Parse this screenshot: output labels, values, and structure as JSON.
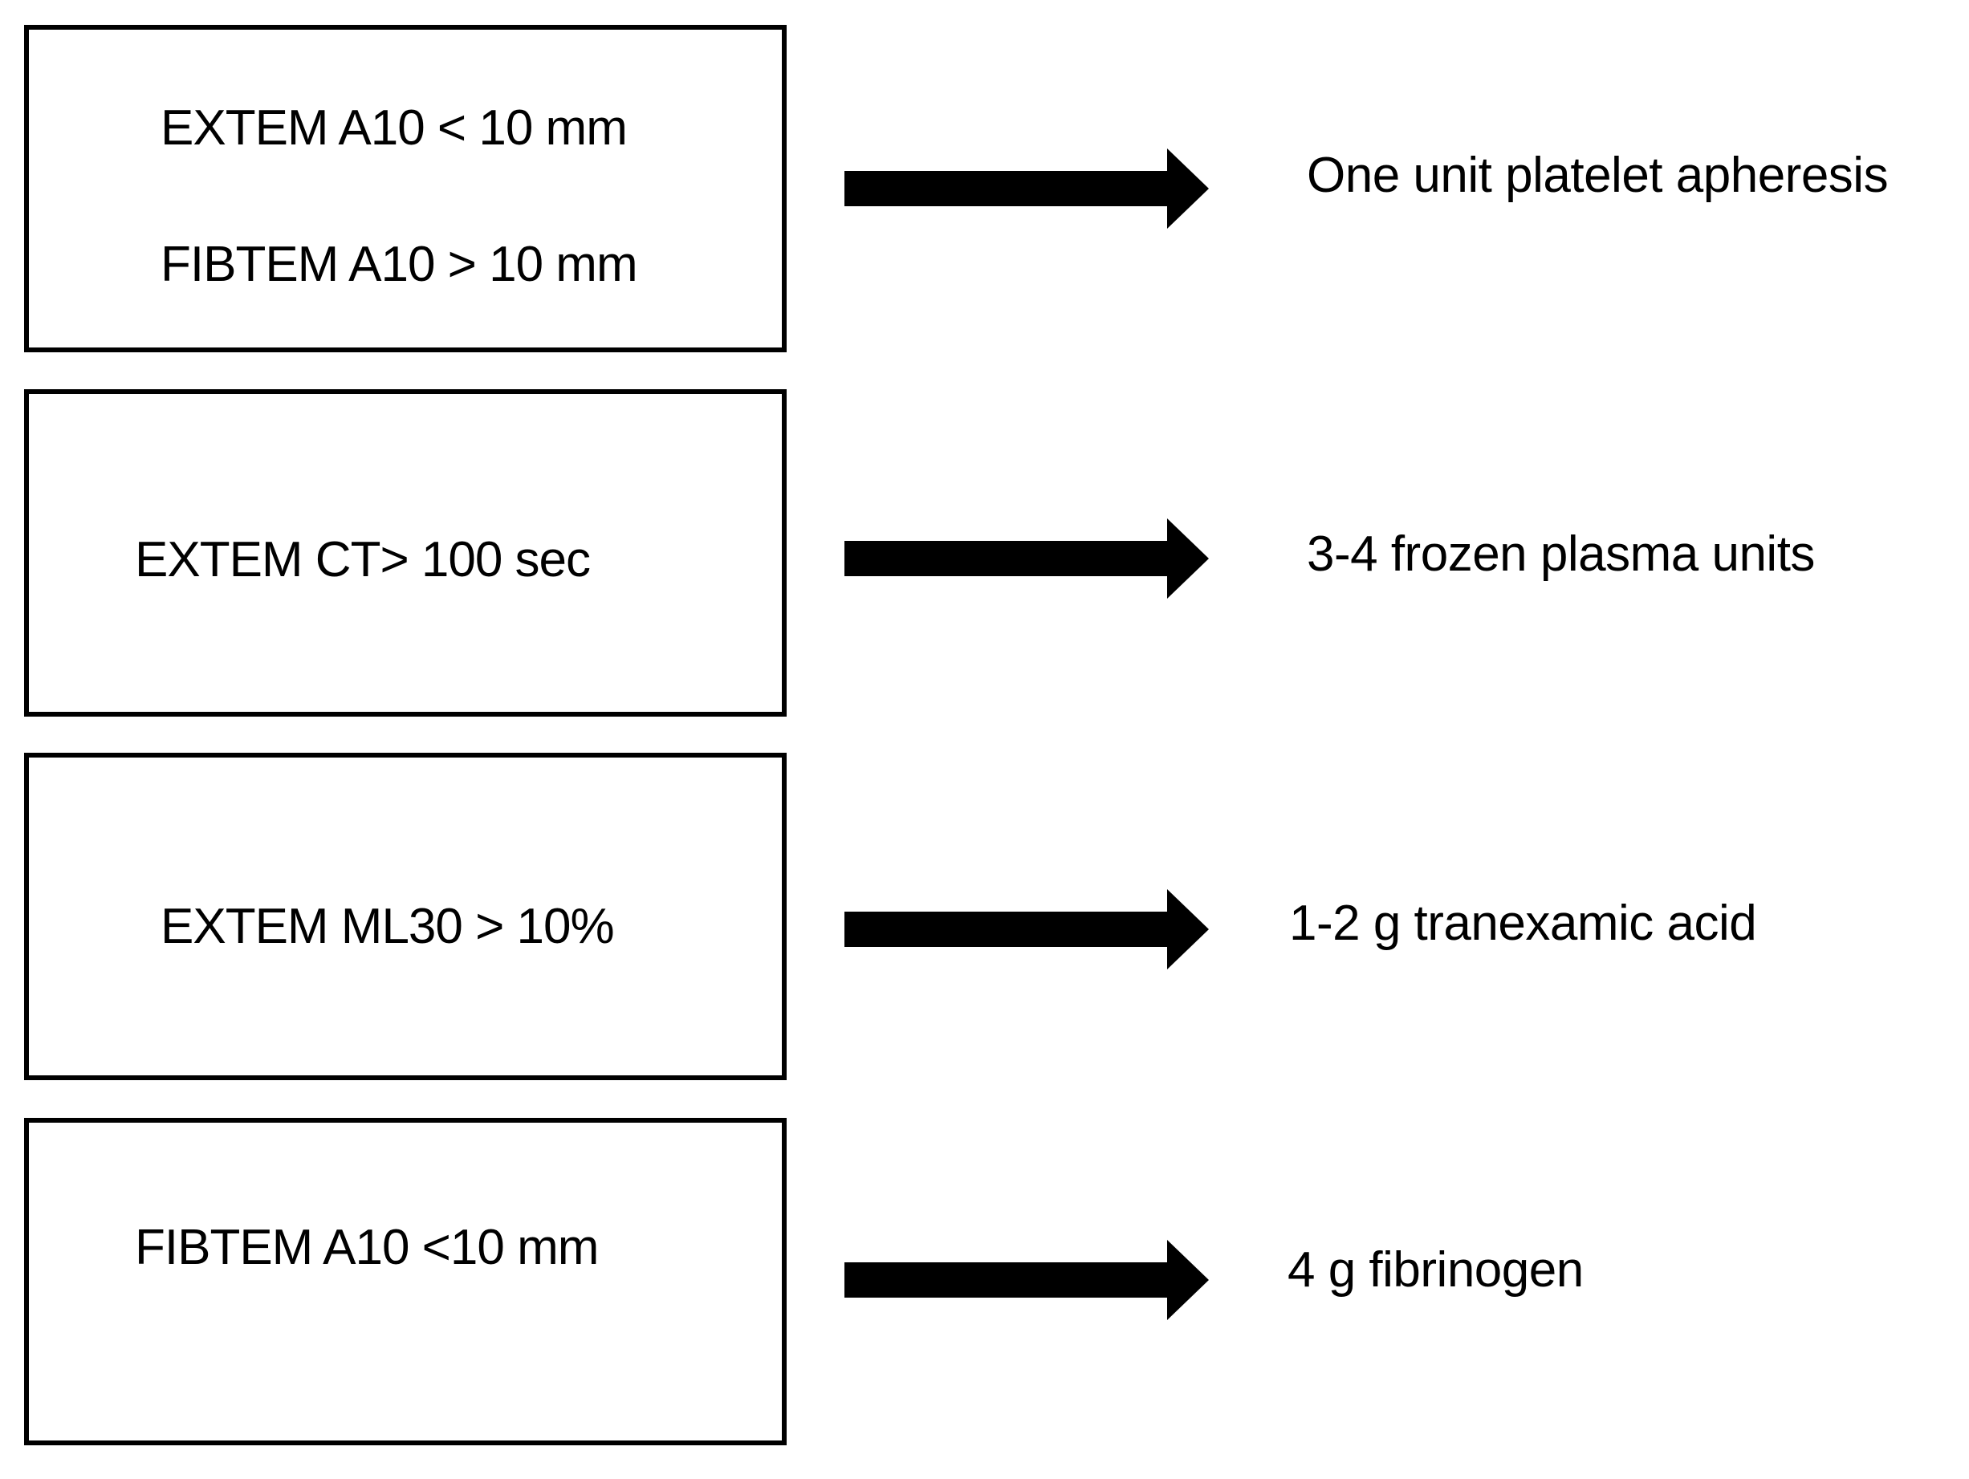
{
  "rows": [
    {
      "conditions": [
        "EXTEM A10 < 10 mm",
        "FIBTEM A10 > 10 mm"
      ],
      "treatment": "One unit platelet apheresis"
    },
    {
      "conditions": [
        "EXTEM CT> 100 sec"
      ],
      "treatment": "3-4 frozen plasma units"
    },
    {
      "conditions": [
        "EXTEM ML30  > 10%"
      ],
      "treatment": "1-2 g  tranexamic acid"
    },
    {
      "conditions": [
        "FIBTEM A10 <10 mm"
      ],
      "treatment": "4 g fibrinogen"
    }
  ],
  "colors": {
    "stroke": "#000000",
    "background": "#ffffff"
  },
  "icons": {
    "arrow": "right-arrow-icon"
  }
}
